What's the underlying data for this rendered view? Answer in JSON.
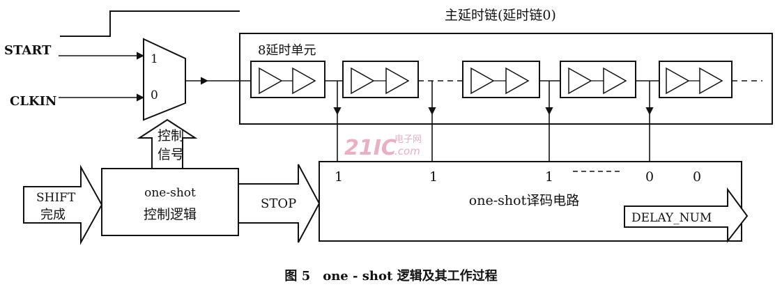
{
  "chain_title": "主延时链(延时链0)",
  "delay_unit_label": "8延时单元",
  "inputs": {
    "start": "START",
    "clkin": "CLKIN"
  },
  "mux_inputs": [
    "1",
    "0"
  ],
  "control_signal": [
    "控制",
    "信号"
  ],
  "shift_done": [
    "SHIFT",
    "完成"
  ],
  "control_block": [
    "one-shot",
    "控制逻辑"
  ],
  "stop_label": "STOP",
  "decoder_label": "one-shot译码电路",
  "decoder_bits": [
    "1",
    "1",
    "1",
    "0",
    "0"
  ],
  "delay_num": "DELAY_NUM",
  "caption": "图 5　one - shot 逻辑及其工作过程",
  "watermark": {
    "brand": "21IC",
    "site": "电子网",
    "domain": ".com",
    "color": "#e8b0c0"
  }
}
